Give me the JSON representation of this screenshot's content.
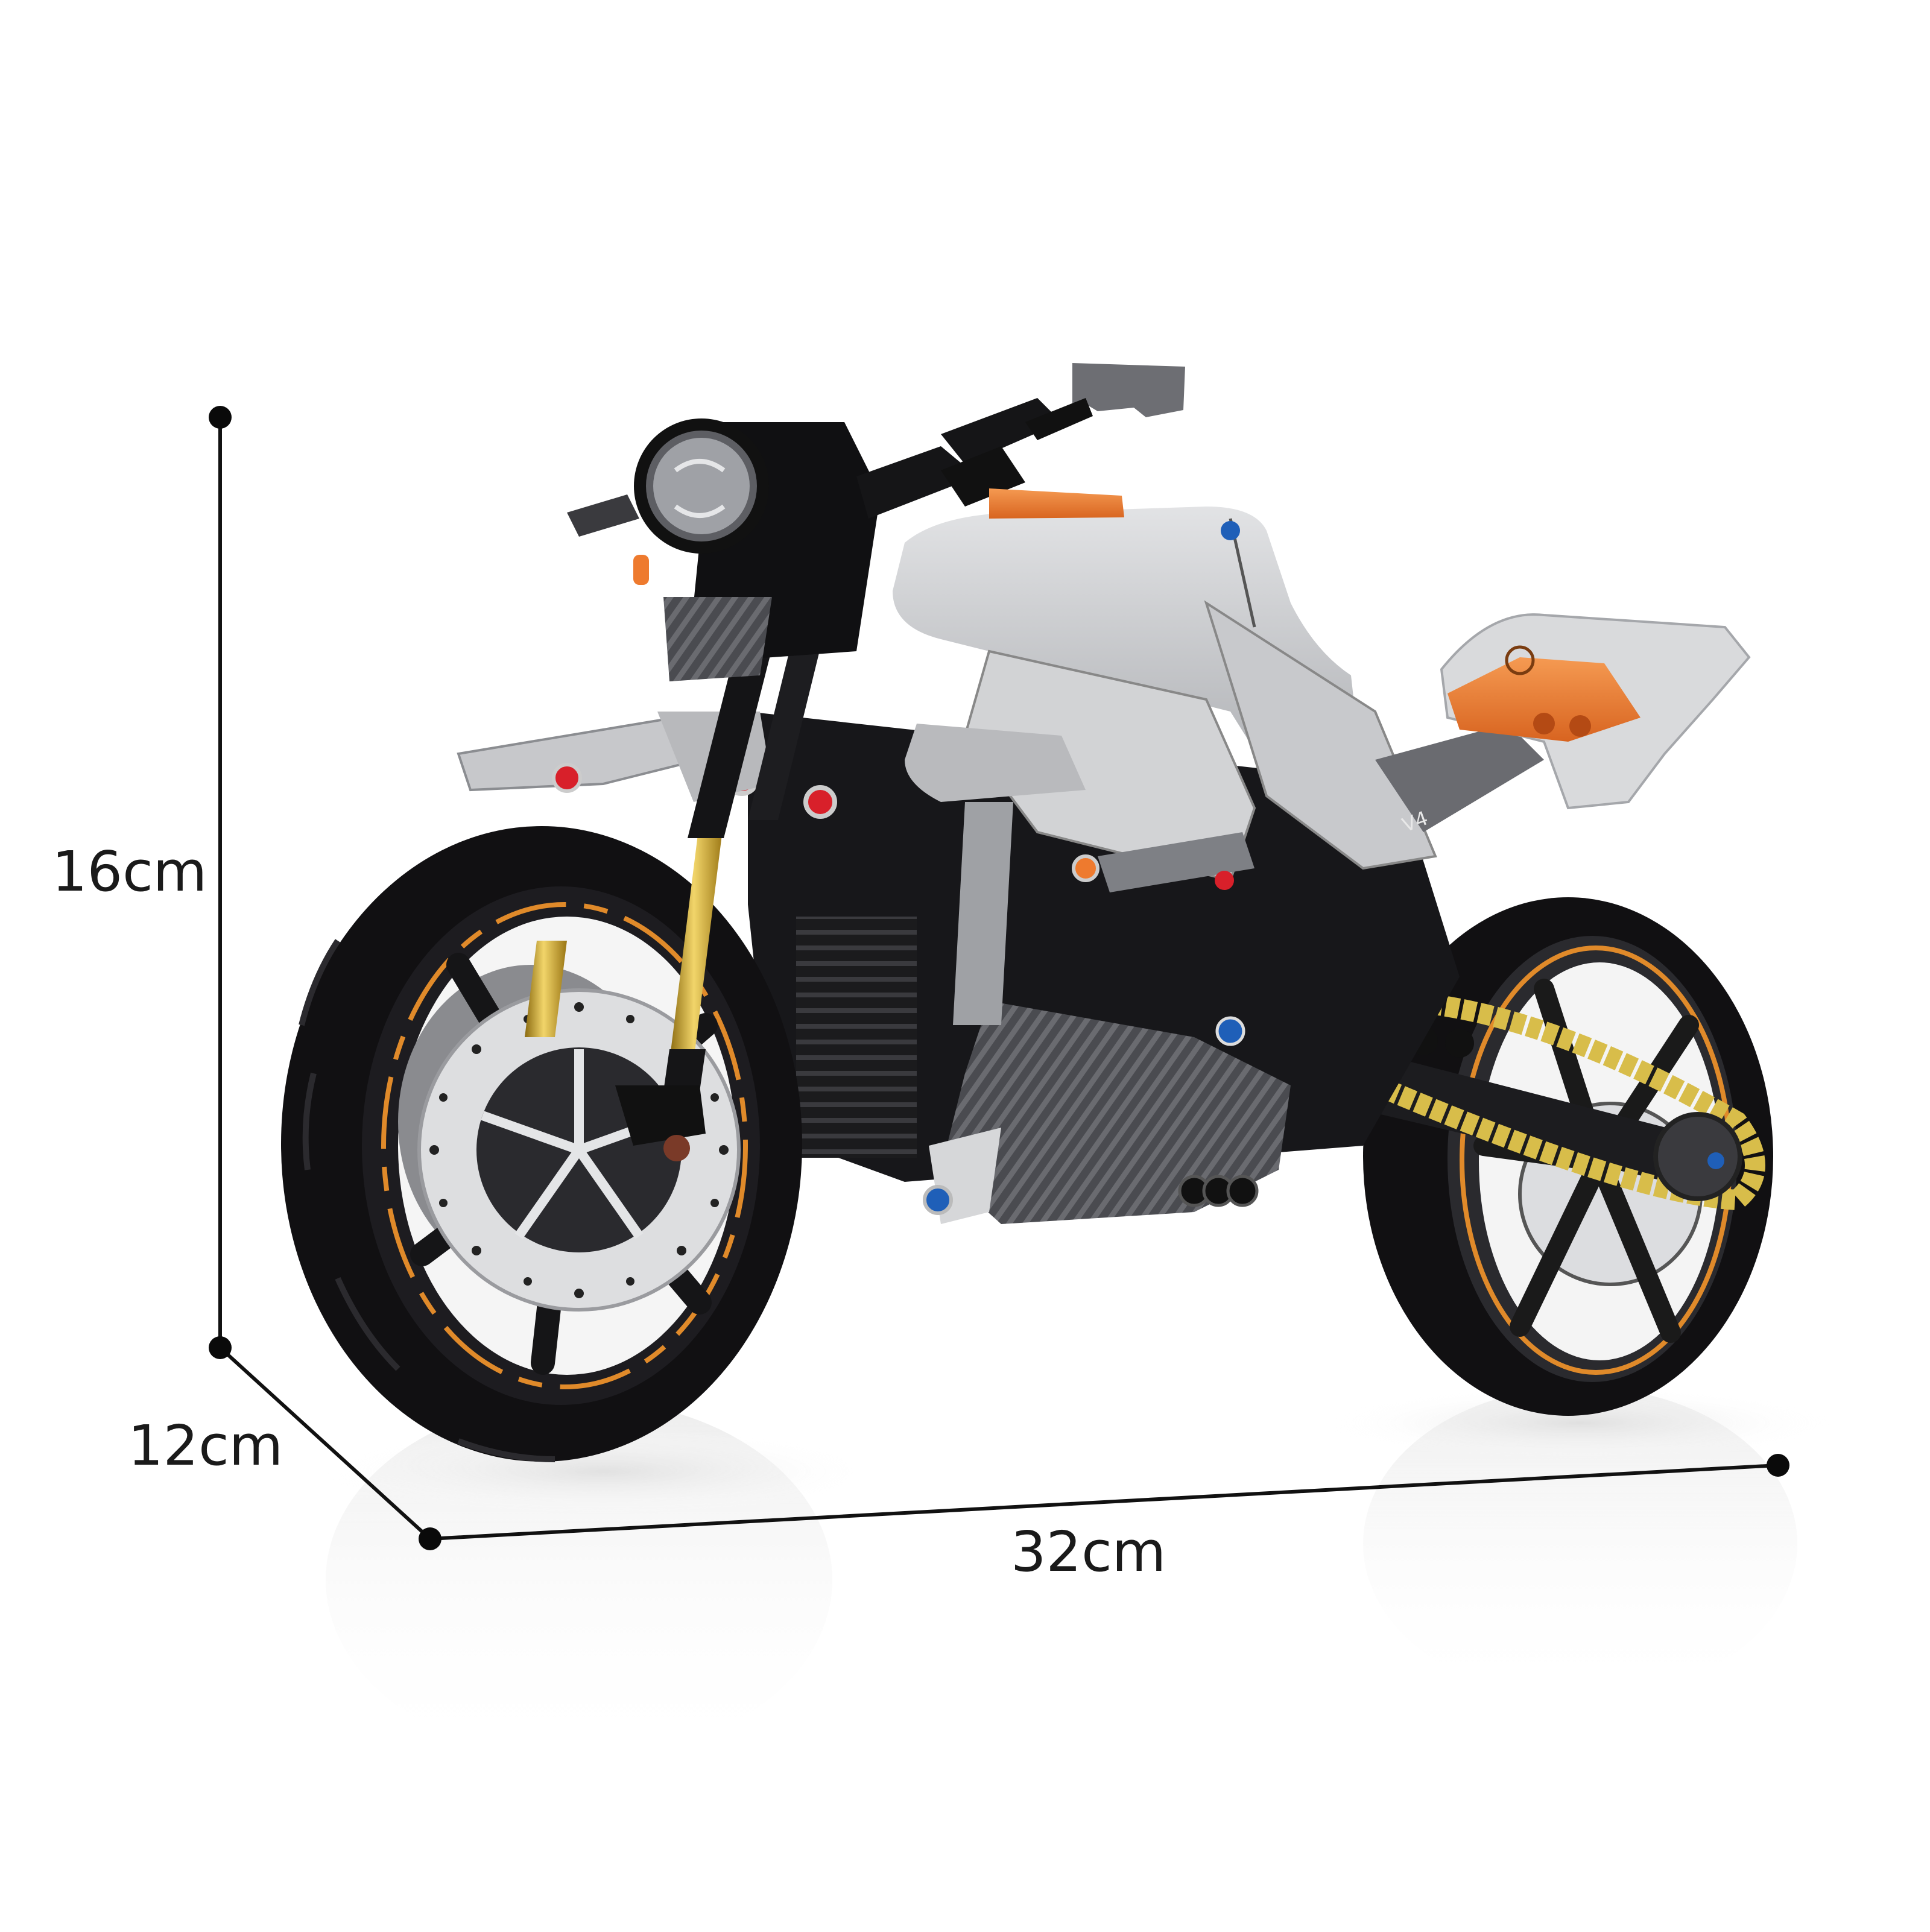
{
  "product": {
    "subject": "Building-block technic motorcycle model",
    "view": "front three-quarter side view with floor reflection"
  },
  "dimensions": {
    "height": {
      "label": "16cm",
      "value": 16,
      "unit": "cm"
    },
    "depth": {
      "label": "12cm",
      "value": 12,
      "unit": "cm"
    },
    "width": {
      "label": "32cm",
      "value": 32,
      "unit": "cm"
    }
  },
  "icons": {
    "dimension_endpoint": "dot-marker",
    "dimension_line": "measure-line"
  },
  "colors": {
    "background": "#ffffff",
    "annotation": "#111111",
    "tire": "#121012",
    "rim_stripe": "#e08a2a",
    "fork_gold": "#c9a227",
    "chain_gold": "#d8bd4a",
    "body_light_gray": "#cfd0d2",
    "body_mid_gray": "#8e9095",
    "frame_black": "#141416",
    "accent_orange": "#ee7a2e",
    "accent_red": "#d8202a",
    "accent_blue": "#1f5fb8",
    "disc_silver": "#d9dadc"
  }
}
